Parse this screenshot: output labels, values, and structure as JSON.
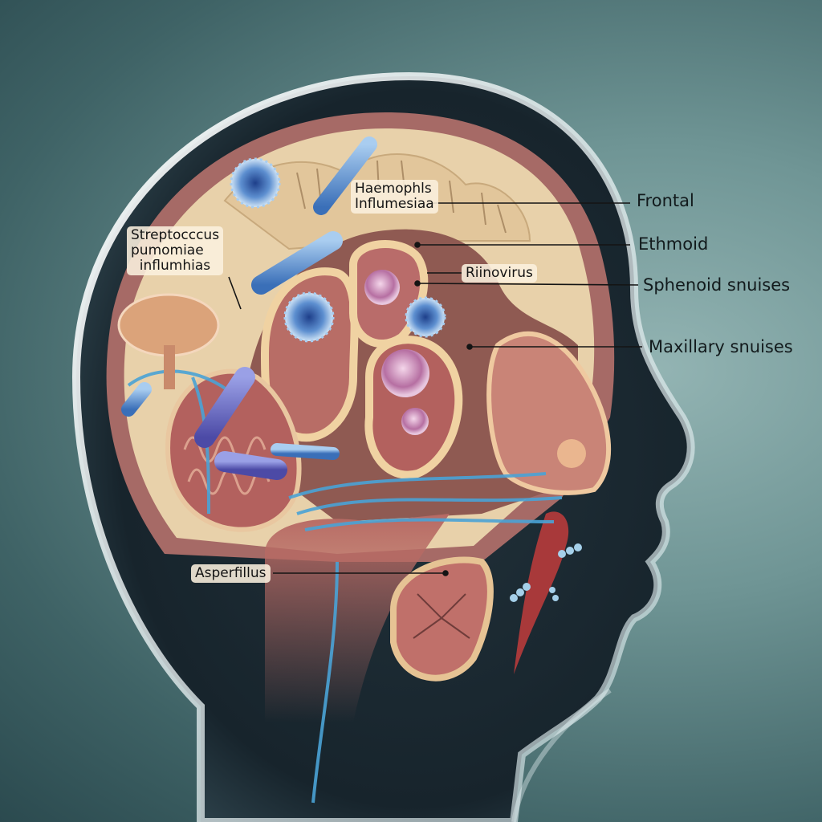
{
  "figure": {
    "subject": "Sagittal cross-section of human head showing paranasal sinuses and pathogens",
    "colors": {
      "background_light": "#93b4b3",
      "background_dark": "#2b4a4f",
      "head_silhouette": "#1b2a33",
      "bone": "#e6cfa6",
      "tissue": "#b76a64",
      "mucosa": "#c98477",
      "virus": "#4f86c9",
      "bacteria": "#6f6fc0",
      "nerve_vessel": "#4aa3d6"
    }
  },
  "pathogen_labels": [
    {
      "id": "strep",
      "text": "Streptocccus\npumomiae\n  influmhias"
    },
    {
      "id": "haemophilus",
      "text": "Haemophls\nInflumesiaa"
    },
    {
      "id": "rhinovirus",
      "text": "Riinovirus"
    },
    {
      "id": "aspergillus",
      "text": "Asperfillus"
    }
  ],
  "sinus_labels": [
    {
      "id": "frontal",
      "text": "Frontal"
    },
    {
      "id": "ethmoid",
      "text": "Ethmoid"
    },
    {
      "id": "sphenoid",
      "text": "Sphenoid snuises"
    },
    {
      "id": "maxillary",
      "text": "Maxillary snuises"
    }
  ]
}
